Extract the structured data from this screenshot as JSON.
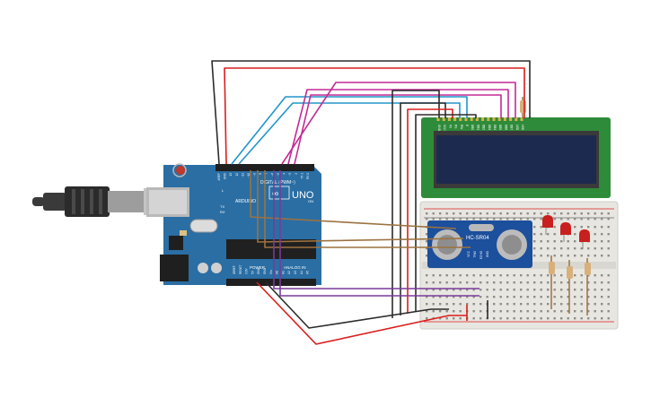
{
  "arduino": {
    "brand": "ARDUINO",
    "model": "UNO",
    "digital_header": "DIGITAL (PWM~)",
    "power_header": "POWER",
    "analog_header": "ANALOG IN",
    "led_on": "ON",
    "led_tx": "TX",
    "led_rx": "RX",
    "led_l": "L",
    "pin_labels": [
      "AREF",
      "GND",
      "13",
      "12",
      "~11",
      "~10",
      "~9",
      "8",
      "7",
      "~6",
      "~5",
      "4",
      "~3",
      "2",
      "TX 1",
      "RX 0"
    ],
    "power_pins": [
      "IOREF",
      "RESET",
      "3.3V",
      "5V",
      "GND",
      "GND",
      "Vin"
    ],
    "analog_pins": [
      "A0",
      "A1",
      "A2",
      "A3",
      "A4",
      "A5"
    ]
  },
  "lcd": {
    "pin_labels": [
      "GND",
      "VCC",
      "V0",
      "RS",
      "RW",
      "E",
      "DB0",
      "DB1",
      "DB2",
      "DB3",
      "DB4",
      "DB5",
      "DB6",
      "DB7",
      "LED",
      "LED"
    ]
  },
  "sensor": {
    "model": "HC-SR04",
    "pins": [
      "VCC",
      "TRIG",
      "ECHO",
      "GND"
    ]
  },
  "colors": {
    "board": "#2a6ea4",
    "breadboard": "#e8e6e1",
    "lcd_pcb": "#2e8b3a",
    "lcd_screen": "#1d2a4f",
    "wire_red": "#d91e1e",
    "wire_black": "#2b2b2b",
    "wire_magenta": "#c32a95",
    "wire_cyan": "#2096c9",
    "wire_brown": "#9c7240",
    "wire_purple": "#7a3a9a",
    "led_red": "#c8201e"
  },
  "icons": [
    "usb-cable-icon",
    "infinity-logo-icon",
    "reset-button-icon",
    "power-jack-icon"
  ]
}
